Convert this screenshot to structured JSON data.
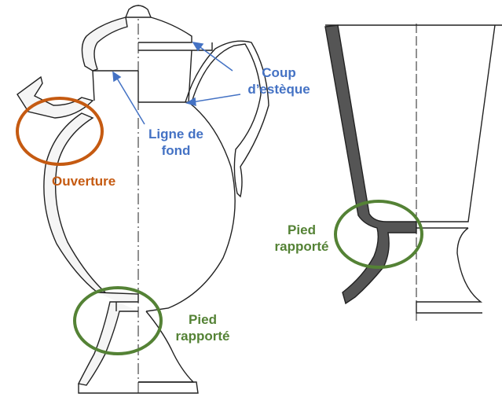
{
  "colors": {
    "blue_label": "#4472C4",
    "orange_label": "#C55A11",
    "green_label": "#548235",
    "orange_circle": "#C55A11",
    "green_circle": "#548235",
    "wall_fill": "#555555",
    "ink": "#222222"
  },
  "labels": {
    "coup_line1": "Coup",
    "coup_line2": "d’estèque",
    "ligne_line1": "Ligne de",
    "ligne_line2": "fond",
    "ouverture": "Ouverture",
    "pied_left_line1": "Pied",
    "pied_left_line2": "rapporté",
    "pied_right_line1": "Pied",
    "pied_right_line2": "rapporté"
  }
}
